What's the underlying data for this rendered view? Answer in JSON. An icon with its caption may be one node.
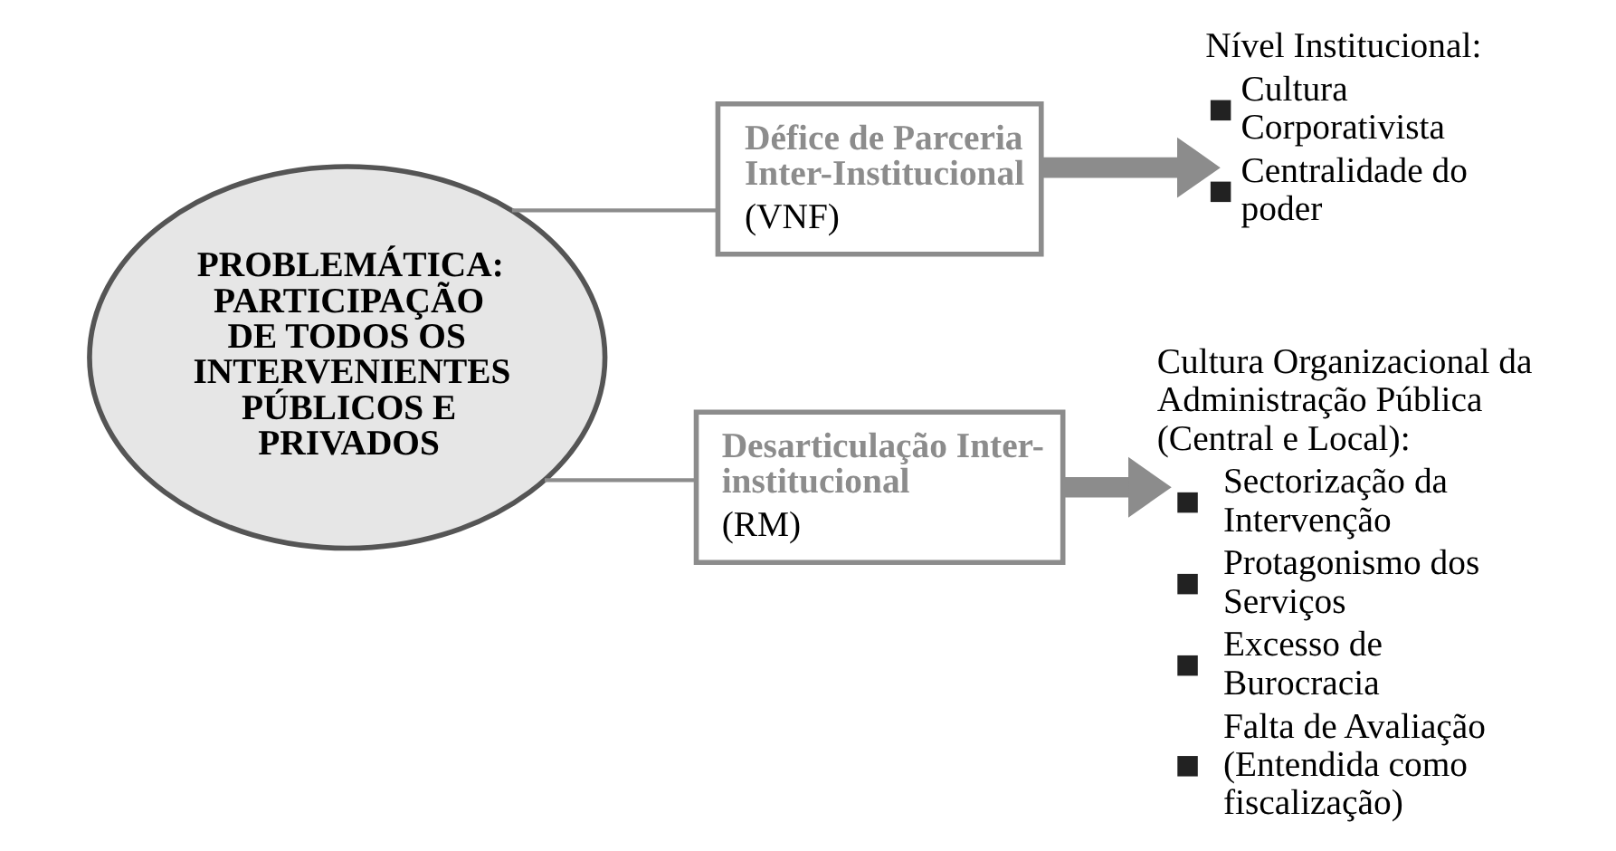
{
  "diagram": {
    "nodes": [
      {
        "text": [
          "PROBLEMÁTICA: PARTICIPAÇÃO DE TODOS OS INTERVENIENTES PÚBLICOS E PRIVADOS"
        ]
      },
      {
        "text": [
          "Défice de Parceria Inter-Institucional",
          "(VNF)"
        ]
      },
      {
        "text": [
          "Desarticulação Inter-institucional",
          "(RM)"
        ]
      },
      {
        "text": [
          "Nível Institucional:",
          "Cultura Corporativista",
          "Centralidade do poder"
        ]
      },
      {
        "text": [
          "Cultura Organizacional da Administração Pública (Central e Local):",
          "Sectorização da Intervenção",
          "Protagonismo dos Serviços",
          "Excesso de Burocracia",
          "Falta de Avaliação (Entendida como fiscalização)"
        ]
      }
    ],
    "edges": [
      {
        "from": 0,
        "to": 1,
        "arrow": "none"
      },
      {
        "from": 0,
        "to": 2,
        "arrow": "none"
      },
      {
        "from": 1,
        "to": 3,
        "arrow": "to",
        "style": "thick"
      },
      {
        "from": 2,
        "to": 4,
        "arrow": "to",
        "style": "thick"
      }
    ]
  }
}
